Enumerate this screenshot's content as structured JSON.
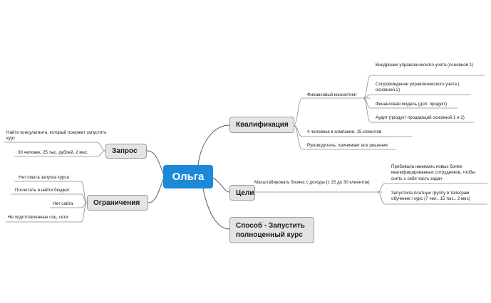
{
  "root": {
    "label": "Ольга"
  },
  "topics": {
    "qualification": "Квалификация",
    "request": "Запрос",
    "limits": "Ограничения",
    "goals": "Цели",
    "method": "Способ - Запустить полноценный курс"
  },
  "qualification": {
    "financial_consulting": "Финансовый консалтинг",
    "services": [
      "Внедрение управленческого учета (основной 1)",
      "Сопровождение управленческого учета ( основной 2)",
      "Финансовая модель (доп. продукт)",
      "Аудит (продукт продающий основной 1 и 2)"
    ],
    "team": "4 человека в компании, 15 клиентов",
    "leader": "Руководитель, принимает все решения"
  },
  "request": {
    "find": "Найти консультанта, который поможет запустить курс",
    "budget": "30 человек, 25 тыс. рублей, 2 мес."
  },
  "limits": {
    "items": [
      "Нет опыта запуска курса",
      "Посчитать и найти бюджет",
      "Нет сайта",
      "Не подготовленные соц. сети"
    ]
  },
  "goals": {
    "scale": "Масштабировать бизнес с доходы (с 15 до 30 клиентов)",
    "tried": "Пробовала нанимать новых более квалифицированных сотрудников, чтобы снять с себя часть задач",
    "launched": "Запустила платную группу в телеграм обучение / курс (7 чел., 15 тыс., 2 мес)"
  },
  "colors": {
    "root": "#1c88d8",
    "topic_bg": "#e4e4e4",
    "line": "#555555"
  }
}
